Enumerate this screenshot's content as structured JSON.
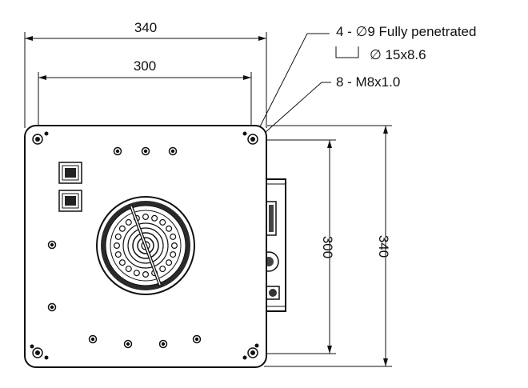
{
  "dimensions": {
    "outer_width": "340",
    "inner_width": "300",
    "inner_height": "300",
    "outer_height": "340"
  },
  "callouts": {
    "through_hole": "4 - ∅9 Fully penetrated",
    "counterbore": "∅ 15x8.6",
    "thread": "8 - M8x1.0"
  }
}
